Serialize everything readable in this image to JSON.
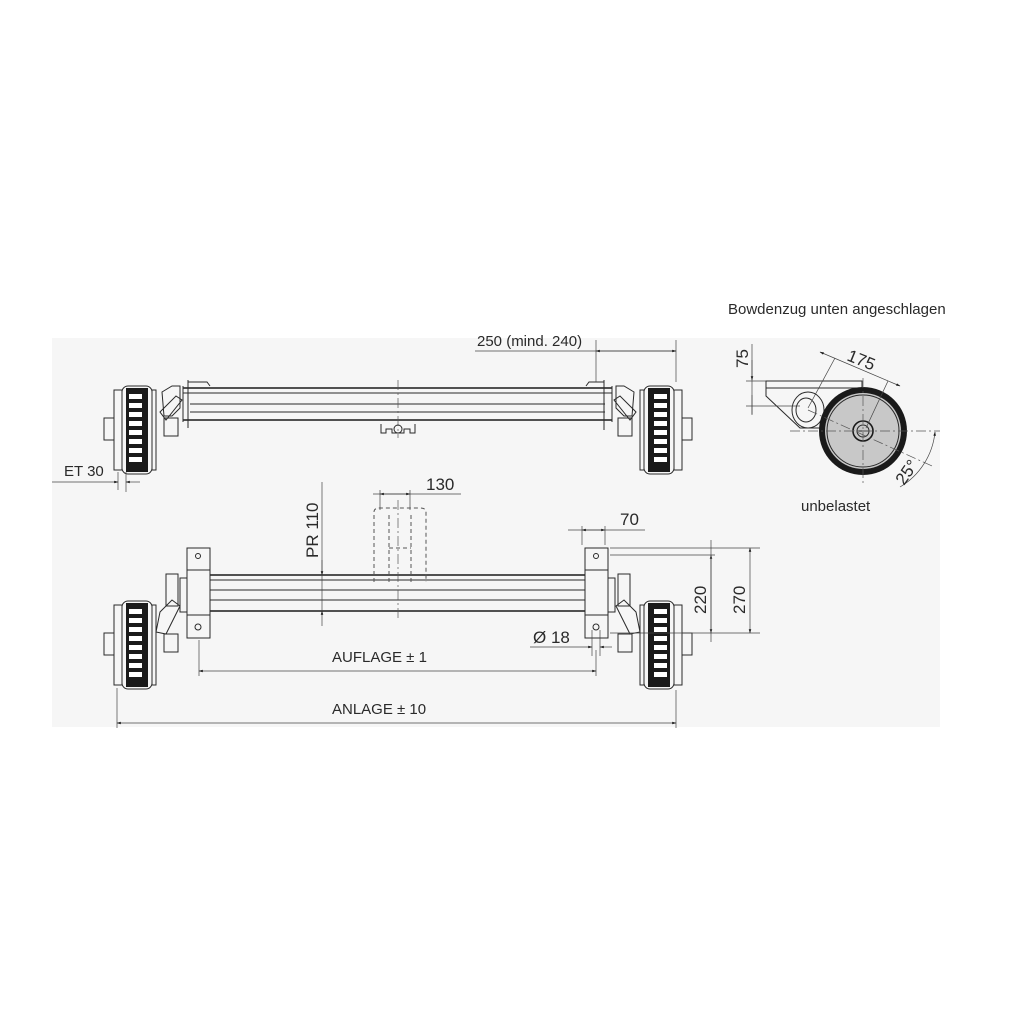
{
  "drawing": {
    "title_side_view": "Bowdenzug unten angeschlagen",
    "caption_side_view": "unbelastet",
    "colors": {
      "line": "#2a2a2a",
      "panel_background": "#f6f6f6",
      "page_background": "#ffffff"
    }
  },
  "top_view": {
    "dim_wheel_to_bracket": "250 (mind. 240)",
    "dim_offset": "ET 30"
  },
  "front_view": {
    "dim_mount_width": "130",
    "dim_radius": "PR 110",
    "dim_bracket_width": "70",
    "dim_height_inner": "220",
    "dim_height_outer": "270",
    "dim_bolt_diameter": "Ø 18",
    "dim_support_width": "AUFLAGE ± 1",
    "dim_overall_width": "ANLAGE ± 10"
  },
  "side_view": {
    "dim_height": "75",
    "dim_arm_length": "175",
    "dim_angle": "25°"
  }
}
